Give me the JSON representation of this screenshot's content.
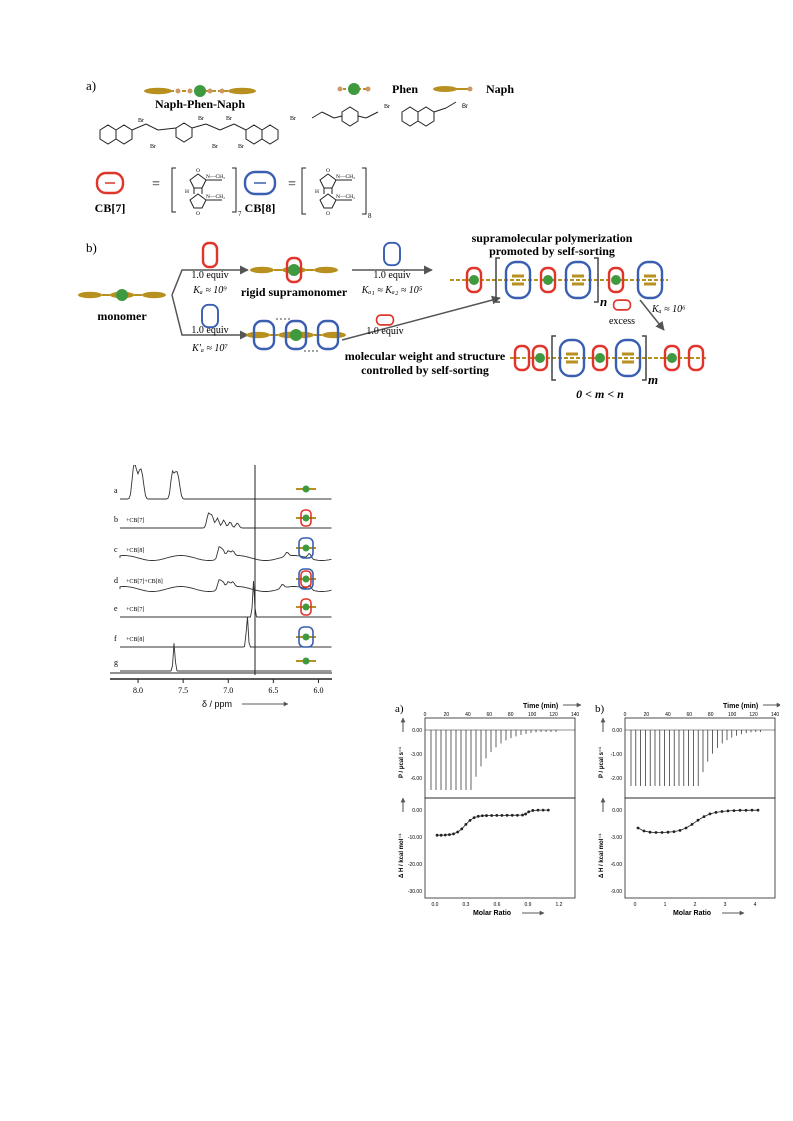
{
  "scheme": {
    "panel_a_label": "a)",
    "panel_b_label": "b)",
    "names": {
      "naph_phen_naph": "Naph-Phen-Naph",
      "phen": "Phen",
      "naph": "Naph"
    },
    "counter_ion": "Br",
    "hosts": {
      "cb7": "CB[7]",
      "cb8": "CB[8]",
      "equals": "=",
      "cb7_sub": "7",
      "cb8_sub": "8"
    },
    "structure_atoms": {
      "o": "O",
      "n": "N",
      "h": "H",
      "ch2": "N—CH₂"
    },
    "flow": {
      "monomer": "monomer",
      "equiv_top": "1.0 equiv",
      "ka_top": "Kₐ ≈ 10⁹",
      "equiv_bottom": "1.0 equiv",
      "ka_bottom": "K′ₐ ≈ 10⁷",
      "rigid": "rigid supramonomer",
      "equiv_mid": "1.0 equiv",
      "ka_mid": "Kₐ₁ ≈ Kₐ₂ ≈ 10⁵",
      "equiv_low": "1.0 equiv",
      "supra_line1": "supramolecular polymerization",
      "supra_line2": "promoted by self-sorting",
      "n": "n",
      "excess": "excess",
      "ka_excess": "Kₐ ≈ 10⁶",
      "mw_line1": "molecular weight and structure",
      "mw_line2": "controlled by self-sorting",
      "m": "m",
      "range": "0 < m < n"
    }
  },
  "nmr": {
    "traces": [
      {
        "label": "a",
        "note": ""
      },
      {
        "label": "b",
        "note": "+CB[7]"
      },
      {
        "label": "c",
        "note": "+CB[8]"
      },
      {
        "label": "d",
        "note": "+CB[7]+CB[8]"
      },
      {
        "label": "e",
        "note": "+CB[7]"
      },
      {
        "label": "f",
        "note": "+CB[8]"
      },
      {
        "label": "g",
        "note": ""
      }
    ],
    "axis_ticks": [
      "8.0",
      "7.5",
      "7.0",
      "6.5",
      "6.0"
    ],
    "axis_label": "δ / ppm"
  },
  "itc": {
    "panel_a": {
      "label": "a)",
      "time_label": "Time (min)",
      "time_ticks": [
        "0",
        "20",
        "40",
        "60",
        "80",
        "100",
        "120",
        "140"
      ],
      "power_label": "P / μcal s⁻¹",
      "power_ticks": [
        "0.00",
        "-3.00",
        "-6.00"
      ],
      "enthalpy_label": "Δ H / kcal mol⁻¹",
      "enthalpy_ticks": [
        "0.00",
        "-10.00",
        "-20.00",
        "-30.00"
      ],
      "ratio_label": "Molar Ratio",
      "ratio_ticks": [
        "0.0",
        "0.3",
        "0.6",
        "0.9",
        "1.2"
      ]
    },
    "panel_b": {
      "label": "b)",
      "time_label": "Time (min)",
      "time_ticks": [
        "0",
        "20",
        "40",
        "60",
        "80",
        "100",
        "120",
        "140"
      ],
      "power_label": "P / μcal s⁻¹",
      "power_ticks": [
        "0.00",
        "-1.00",
        "-2.00"
      ],
      "enthalpy_label": "Δ H / kcal mol⁻¹",
      "enthalpy_ticks": [
        "0.00",
        "-3.00",
        "-6.00",
        "-9.00"
      ],
      "ratio_label": "Molar Ratio",
      "ratio_ticks": [
        "0",
        "1",
        "2",
        "3",
        "4"
      ]
    }
  },
  "colors": {
    "cb7": "#e0352b",
    "cb8": "#3a5fb0",
    "guest": "#b8901f",
    "phen": "#3f9a3f",
    "axis": "#222222"
  }
}
